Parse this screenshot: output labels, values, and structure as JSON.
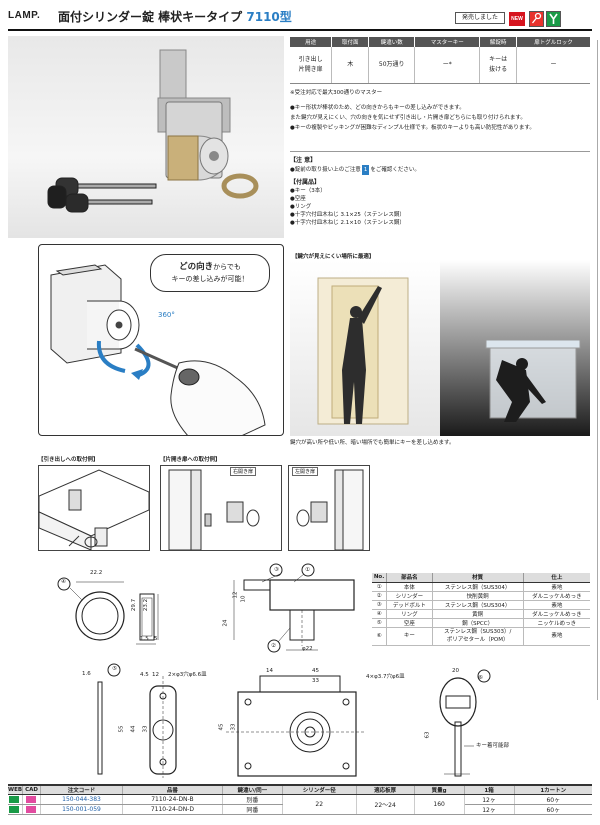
{
  "header": {
    "logo": "LAMP.",
    "title_main": "面付シリンダー錠 棒状キータイプ",
    "title_model": "7110型",
    "release_button": "発売しました",
    "new_badge": "NEW"
  },
  "spec_table": {
    "headers": [
      "用途",
      "取付面",
      "鍵違い数",
      "マスターキー",
      "解錠時",
      "扉トグルロック"
    ],
    "row": [
      "引き出し\n片開き扉",
      "木",
      "50万通り",
      "ー*",
      "キーは\n抜ける",
      "ー"
    ]
  },
  "spec_note": "※受注対応で最大300通りのマスター",
  "features": [
    "●キー形状が棒状のため、どの向きからもキーの差し込みができます。",
    "また鍵穴が見えにくい、穴の向きを気にせず引き出し・片開き扉どちらにも取り付けられます。",
    "●キーの複製やピッキングが困難なディンプル仕様です。板状のキーよりも高い防犯性があります。"
  ],
  "notes": {
    "heading": "【注 意】",
    "caution_pre": "●錠前の取り扱い上のご注意",
    "caution_icon": "1",
    "caution_post": "をご確認ください。",
    "accessories_heading": "【付属品】",
    "accessories": [
      "●キー（3本）",
      "●空座",
      "●リング",
      "●十字穴付皿木ねじ 3.1×25（ステンレス鋼）",
      "●十字穴付皿木ねじ 2.1×10（ステンレス鋼）"
    ]
  },
  "illustration": {
    "bubble_bold": "どの向き",
    "bubble_rest": "からでも",
    "bubble_line2": "キーの差し込みが可能！",
    "angle_label": "360°"
  },
  "hard_to_see": {
    "label": "【鍵穴が見えにくい場所に最適】",
    "caption": "鍵穴が高い所や低い所、暗い場所でも簡単にキーを差し込めます。"
  },
  "install": {
    "drawer_label": "【引き出しへの取付例】",
    "door_label": "【片開き扉への取付例】",
    "right_door": "右開き扉",
    "left_door": "左開き扉"
  },
  "drawing_labels": {
    "d1": "22.2",
    "d2": "29.7",
    "d3": "23.2",
    "d4": "1.5",
    "d5": "5",
    "d6": "12",
    "d7": "10",
    "d8": "24",
    "d9": "φ22",
    "d10": "1.6",
    "d11": "4.5",
    "d12": "12",
    "d13": "2×φ3穴φ6.6皿",
    "d14": "14",
    "d15": "45",
    "d16": "33",
    "d17": "4×φ3.7穴φ6皿",
    "d18": "20",
    "d19": "55",
    "d20": "44",
    "d21": "33",
    "d22": "45",
    "d23": "33",
    "d24": "63",
    "key_grip_label": "キー着可能部",
    "callouts": [
      "①",
      "②",
      "③",
      "④",
      "⑤",
      "⑥"
    ]
  },
  "parts_table": {
    "headers": [
      "No.",
      "部品名",
      "材質",
      "仕上"
    ],
    "rows": [
      [
        "①",
        "本体",
        "ステンレス鋼（SUS304）",
        "素地"
      ],
      [
        "②",
        "シリンダー",
        "快削黄銅",
        "ダルニッケルめっき"
      ],
      [
        "③",
        "デッドボルト",
        "ステンレス鋼（SUS304）",
        "素地"
      ],
      [
        "④",
        "リング",
        "黄銅",
        "ダルニッケルめっき"
      ],
      [
        "⑤",
        "空座",
        "鋼（SPCC）",
        "ニッケルめっき"
      ],
      [
        "⑥",
        "キー",
        "ステンレス鋼（SUS303）/\nポリアセタール（POM）",
        "素地"
      ]
    ]
  },
  "order_table": {
    "headers": [
      "WEB",
      "CAD",
      "注文コード",
      "品番",
      "鍵違い/同一",
      "シリンダー径",
      "適応板厚",
      "質量g",
      "1箱",
      "1カートン"
    ],
    "rows": [
      [
        "",
        "",
        "150-044-383",
        "7110-24-DN-B",
        "別番",
        "22",
        "22～24",
        "160",
        "12ヶ",
        "60ヶ"
      ],
      [
        "",
        "",
        "150-001-059",
        "7110-24-DN-D",
        "同番",
        "",
        "",
        "",
        "12ヶ",
        "60ヶ"
      ]
    ]
  },
  "colors": {
    "accent_blue": "#2a7ec4",
    "new_red": "#d6141e",
    "icon_green": "#1a9a47"
  }
}
